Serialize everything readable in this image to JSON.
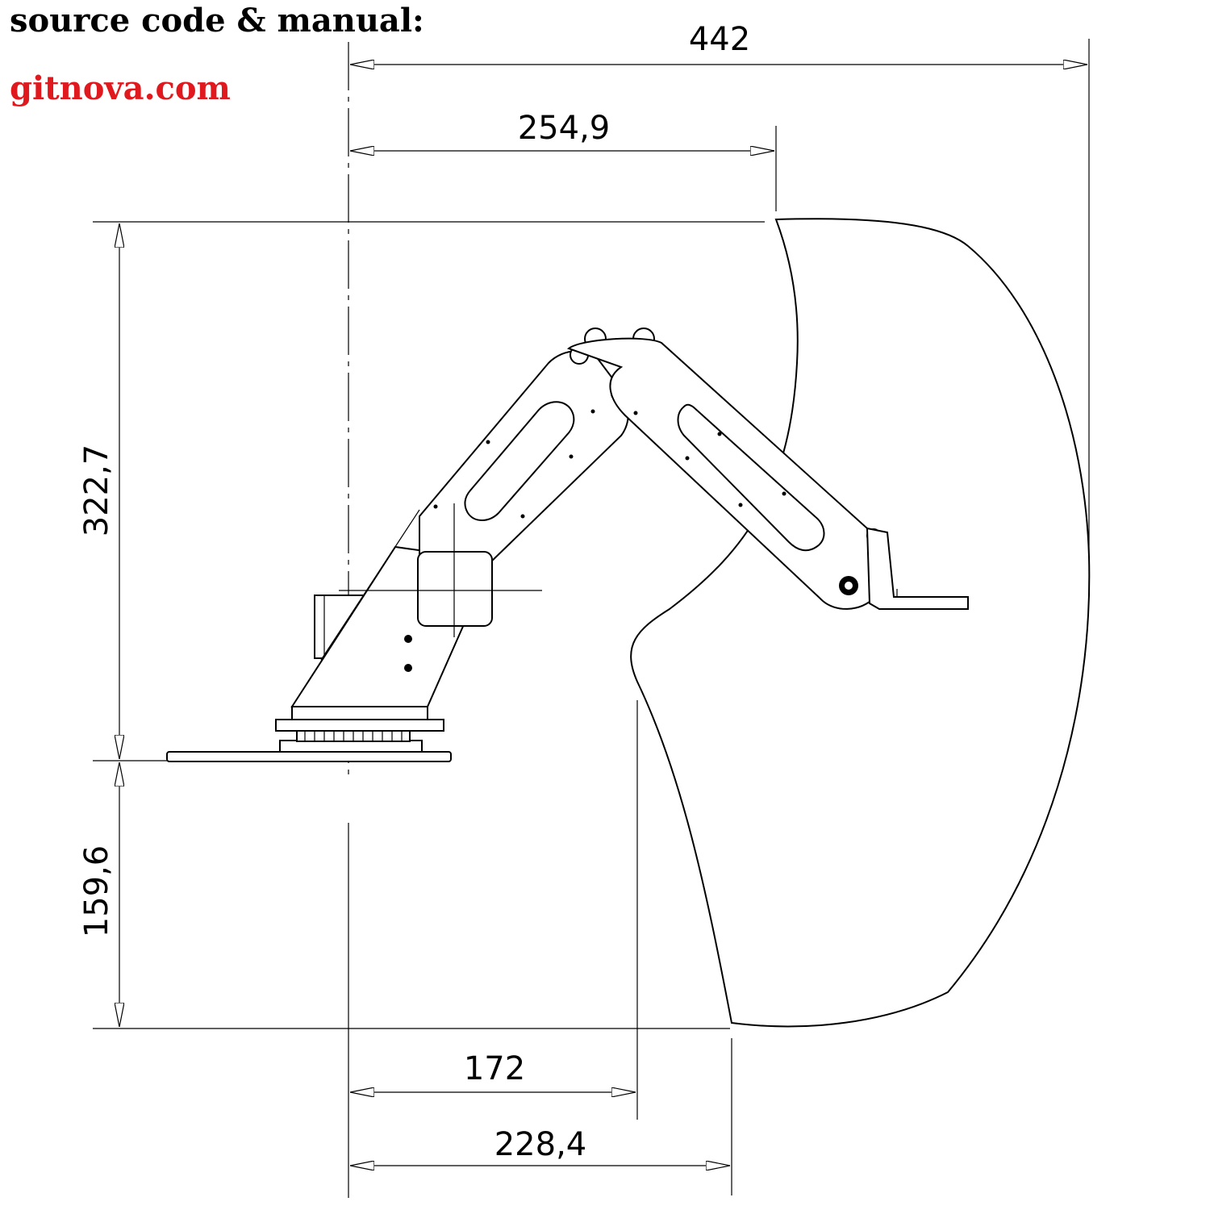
{
  "header": {
    "line1": "source code & manual:",
    "line2": "gitnova.com",
    "line2_color": "#e0191e"
  },
  "dimensions": {
    "total_reach": "442",
    "upper_reach": "254,9",
    "height_above_base": "322,7",
    "depth_below_base": "159,6",
    "inner_reach": "172",
    "lower_reach": "228,4"
  }
}
